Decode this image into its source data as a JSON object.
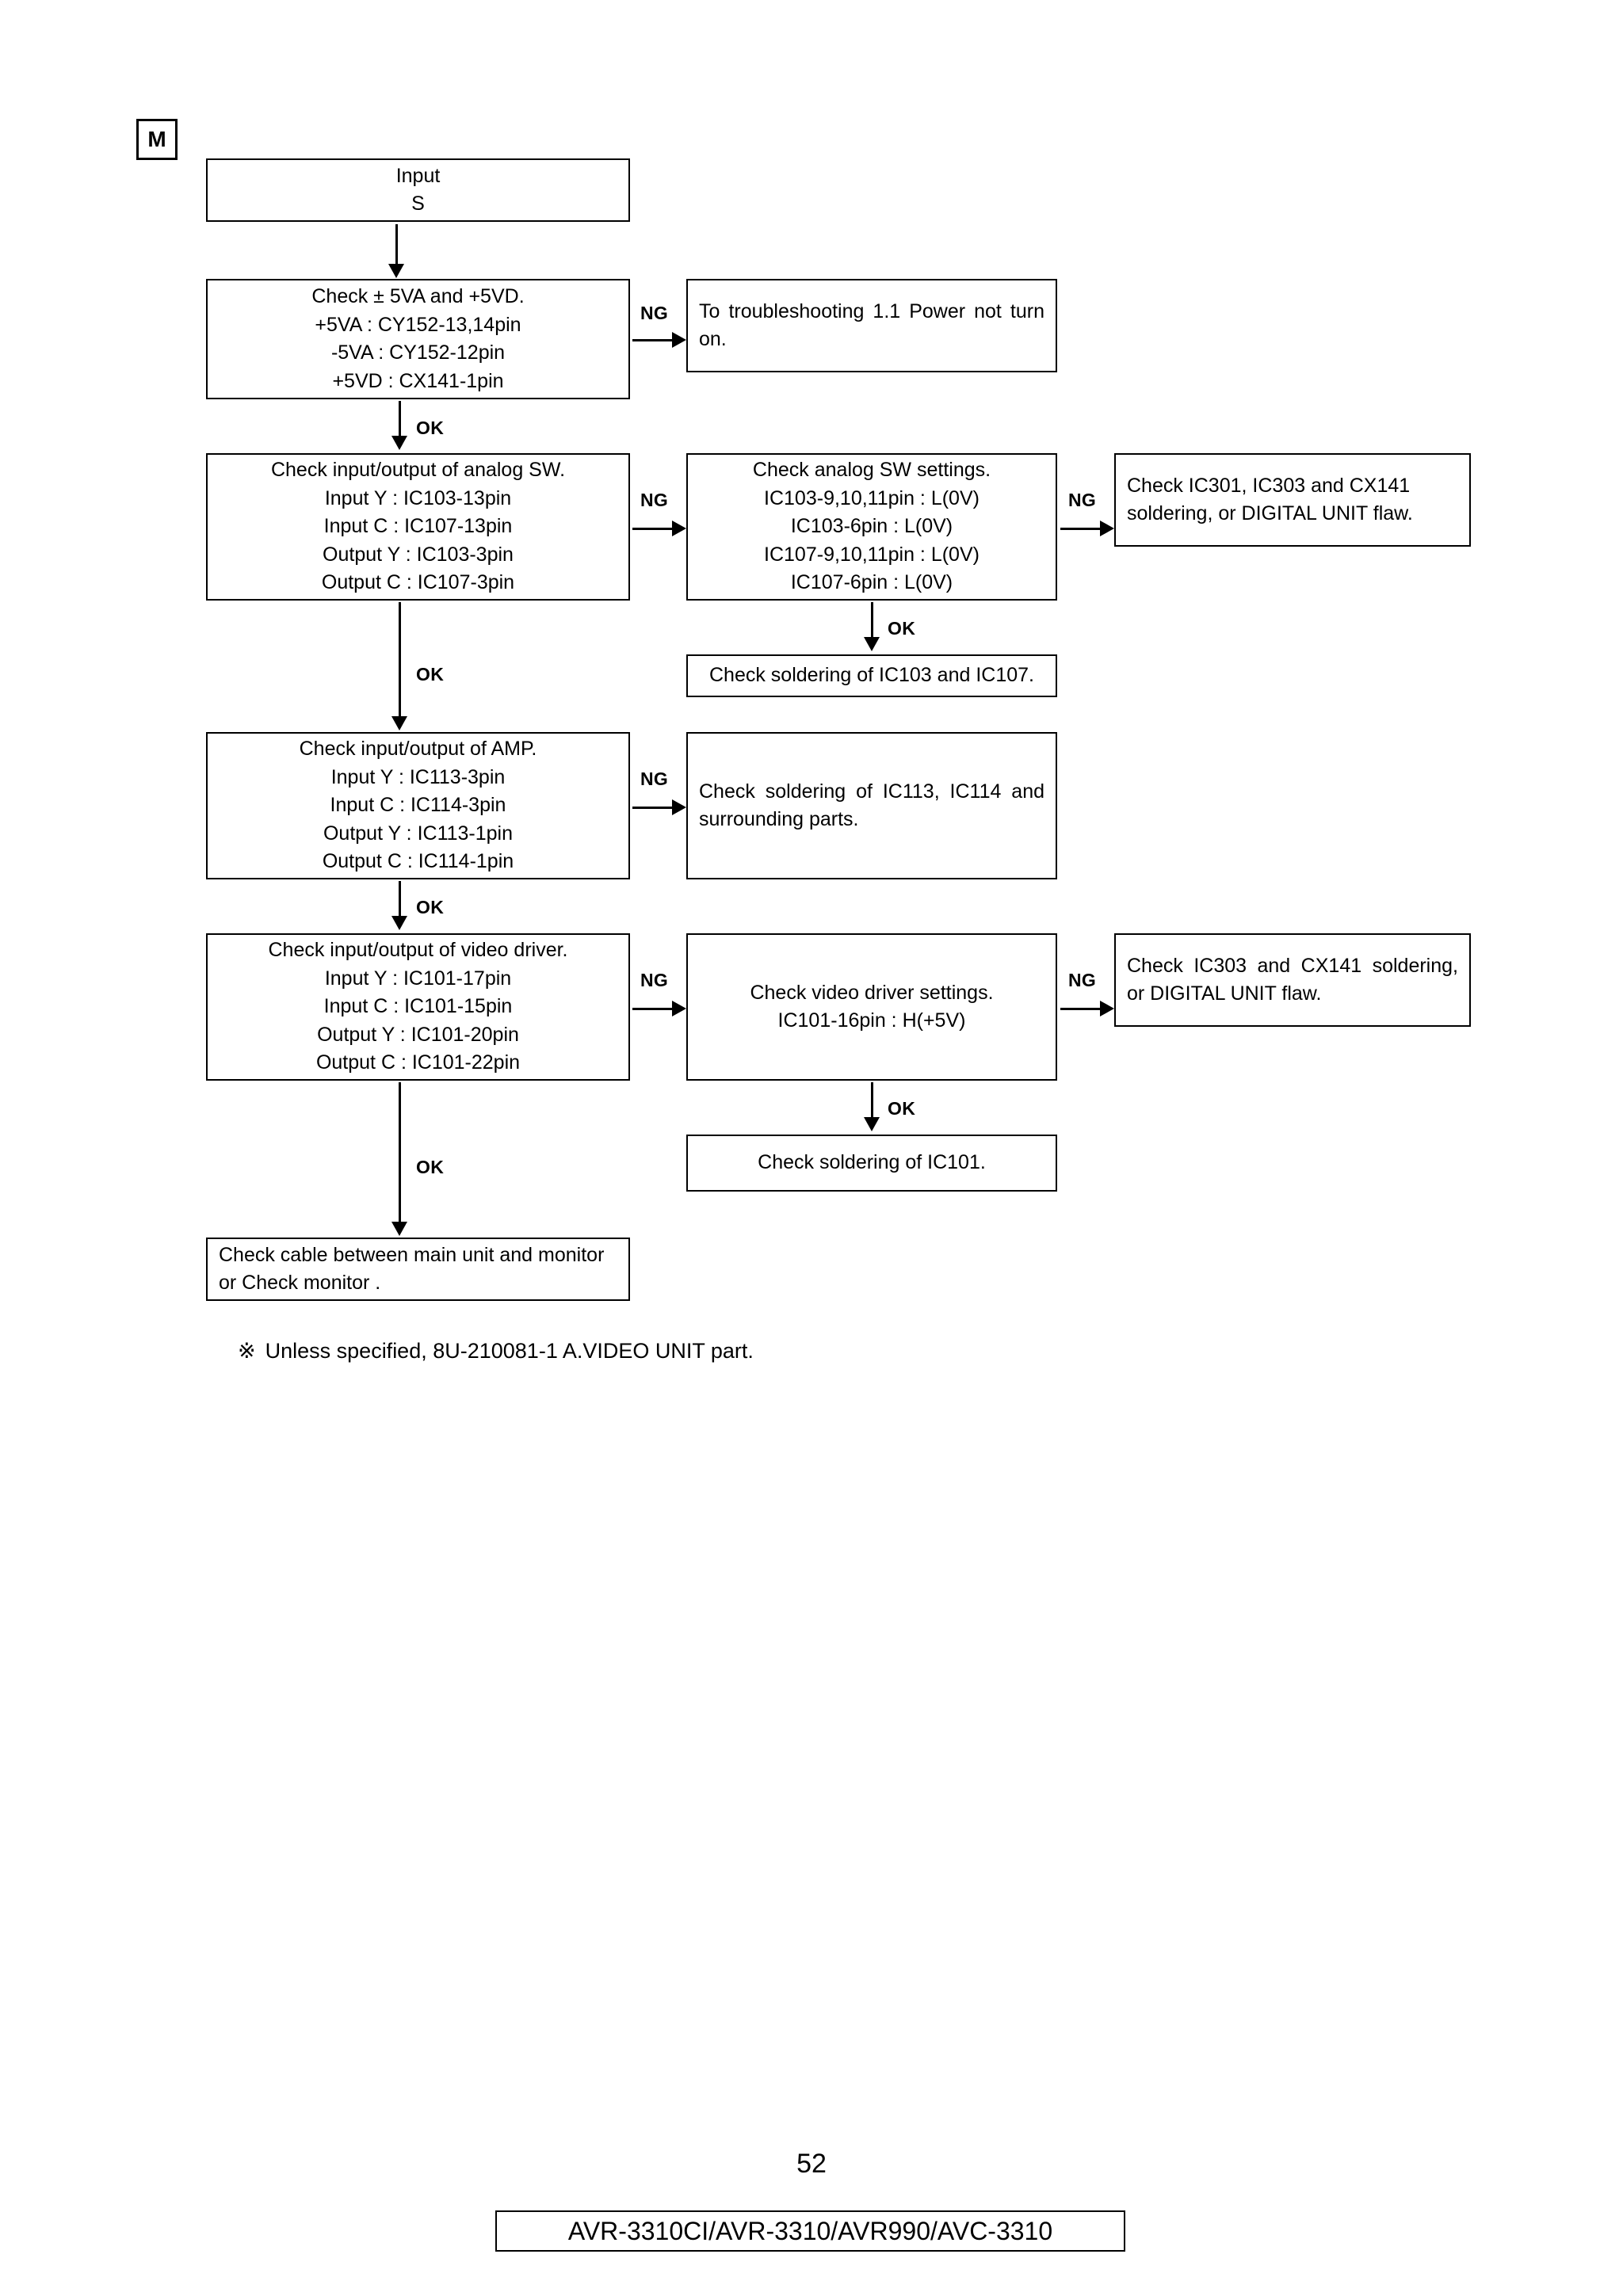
{
  "page": {
    "tag": "M",
    "number": "52",
    "model_bar": "AVR-3310CI/AVR-3310/AVR990/AVC-3310",
    "note_mark": "※",
    "note_text": "Unless specified, 8U-210081-1 A.VIDEO UNIT part."
  },
  "labels": {
    "ok": "OK",
    "ng": "NG"
  },
  "nodes": {
    "input": {
      "line1": "Input",
      "line2": "S"
    },
    "check_power": {
      "line1": "Check ± 5VA and +5VD.",
      "line2": "+5VA : CY152-13,14pin",
      "line3": "-5VA : CY152-12pin",
      "line4": "+5VD : CX141-1pin"
    },
    "power_ng": {
      "text": "To troubleshooting 1.1 Power not turn on."
    },
    "check_analog_sw": {
      "line1": "Check input/output of analog SW.",
      "line2": "Input Y : IC103-13pin",
      "line3": "Input C : IC107-13pin",
      "line4": "Output Y : IC103-3pin",
      "line5": "Output C : IC107-3pin"
    },
    "analog_sw_settings": {
      "line1": "Check analog SW settings.",
      "line2": "IC103-9,10,11pin : L(0V)",
      "line3": "IC103-6pin : L(0V)",
      "line4": "IC107-9,10,11pin : L(0V)",
      "line5": "IC107-6pin : L(0V)"
    },
    "analog_sw_ng": {
      "text": "Check IC301, IC303 and CX141 soldering, or DIGITAL UNIT flaw."
    },
    "solder_ic103_ic107": {
      "text": "Check soldering of IC103 and IC107."
    },
    "check_amp": {
      "line1": "Check input/output of AMP.",
      "line2": "Input Y : IC113-3pin",
      "line3": "Input C : IC114-3pin",
      "line4": "Output Y : IC113-1pin",
      "line5": "Output C : IC114-1pin"
    },
    "amp_ng": {
      "text": "Check soldering of IC113, IC114 and surrounding parts."
    },
    "check_video_driver": {
      "line1": "Check input/output of video driver.",
      "line2": "Input Y : IC101-17pin",
      "line3": "Input C : IC101-15pin",
      "line4": "Output Y : IC101-20pin",
      "line5": "Output C : IC101-22pin"
    },
    "video_driver_settings": {
      "line1": "Check video driver settings.",
      "line2": "IC101-16pin : H(+5V)"
    },
    "video_driver_ng": {
      "text": "Check IC303 and CX141 soldering, or DIGITAL UNIT flaw."
    },
    "solder_ic101": {
      "text": "Check soldering of IC101."
    },
    "check_cable": {
      "text": "Check cable between main unit and monitor or Check monitor ."
    }
  }
}
